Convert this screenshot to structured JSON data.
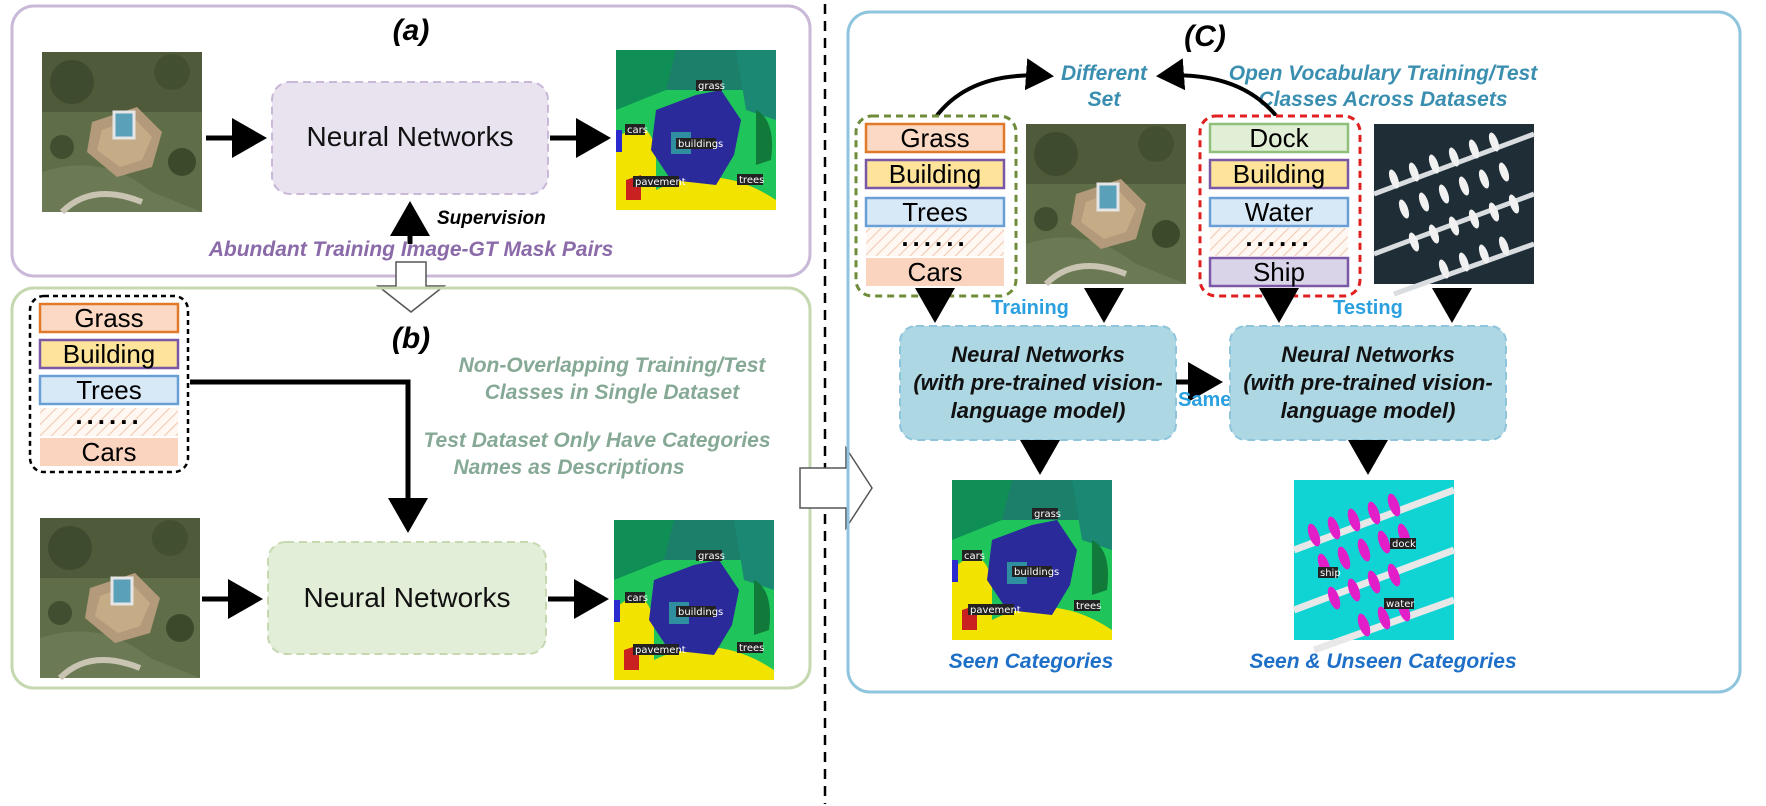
{
  "panels": {
    "a": {
      "label": "(a)",
      "network": "Neural Networks",
      "supervision": "Supervision",
      "note": "Abundant Training Image-GT Mask Pairs",
      "mask_labels": [
        "grass",
        "cars",
        "buildings",
        "pavement",
        "trees"
      ]
    },
    "b": {
      "label": "(b)",
      "classes": [
        "Grass",
        "Building",
        "Trees",
        "Cars"
      ],
      "ellipsis": "......",
      "note1": [
        "Non-Overlapping Training/Test",
        "Classes in Single Dataset"
      ],
      "note2": [
        "Test Dataset Only Have  Categories",
        "Names as Descriptions"
      ],
      "network": "Neural Networks",
      "mask_labels": [
        "grass",
        "cars",
        "buildings",
        "pavement",
        "trees"
      ]
    },
    "c": {
      "label": "(C)",
      "different_set": [
        "Different",
        "Set"
      ],
      "open_vocab": [
        "Open Vocabulary  Training/Test",
        "Classes Across Datasets"
      ],
      "train_classes": [
        "Grass",
        "Building",
        "Trees",
        "Cars"
      ],
      "test_classes": [
        "Dock",
        "Building",
        "Water",
        "Ship"
      ],
      "ellipsis": "......",
      "training": "Training",
      "testing": "Testing",
      "network_title": "Neural Networks",
      "network_sub": [
        "(with pre-trained vision-",
        "language model)"
      ],
      "same": "Same",
      "seen": "Seen Categories",
      "seen_unseen": "Seen & Unseen Categories",
      "train_mask_labels": [
        "grass",
        "cars",
        "buildings",
        "pavement",
        "trees"
      ],
      "test_mask_labels": [
        "dock",
        "ship",
        "water"
      ]
    }
  },
  "colors": {
    "panel_a_border": "#c9b8d8",
    "panel_b_border": "#c6d8b0",
    "panel_c_border": "#8ec5dd",
    "grass_stroke": "#e07a2a",
    "grass_fill": "#fbd9c4",
    "building_stroke": "#7b58a6",
    "building_fill": "#fde49a",
    "trees_stroke": "#6a9fd6",
    "trees_fill": "#d7e8f7",
    "cars_fill": "#fad4be",
    "dock_stroke": "#8fbf7a",
    "dock_fill": "#e2efd7",
    "ship_stroke": "#7b58a6",
    "ship_fill": "#d9d4e8"
  }
}
